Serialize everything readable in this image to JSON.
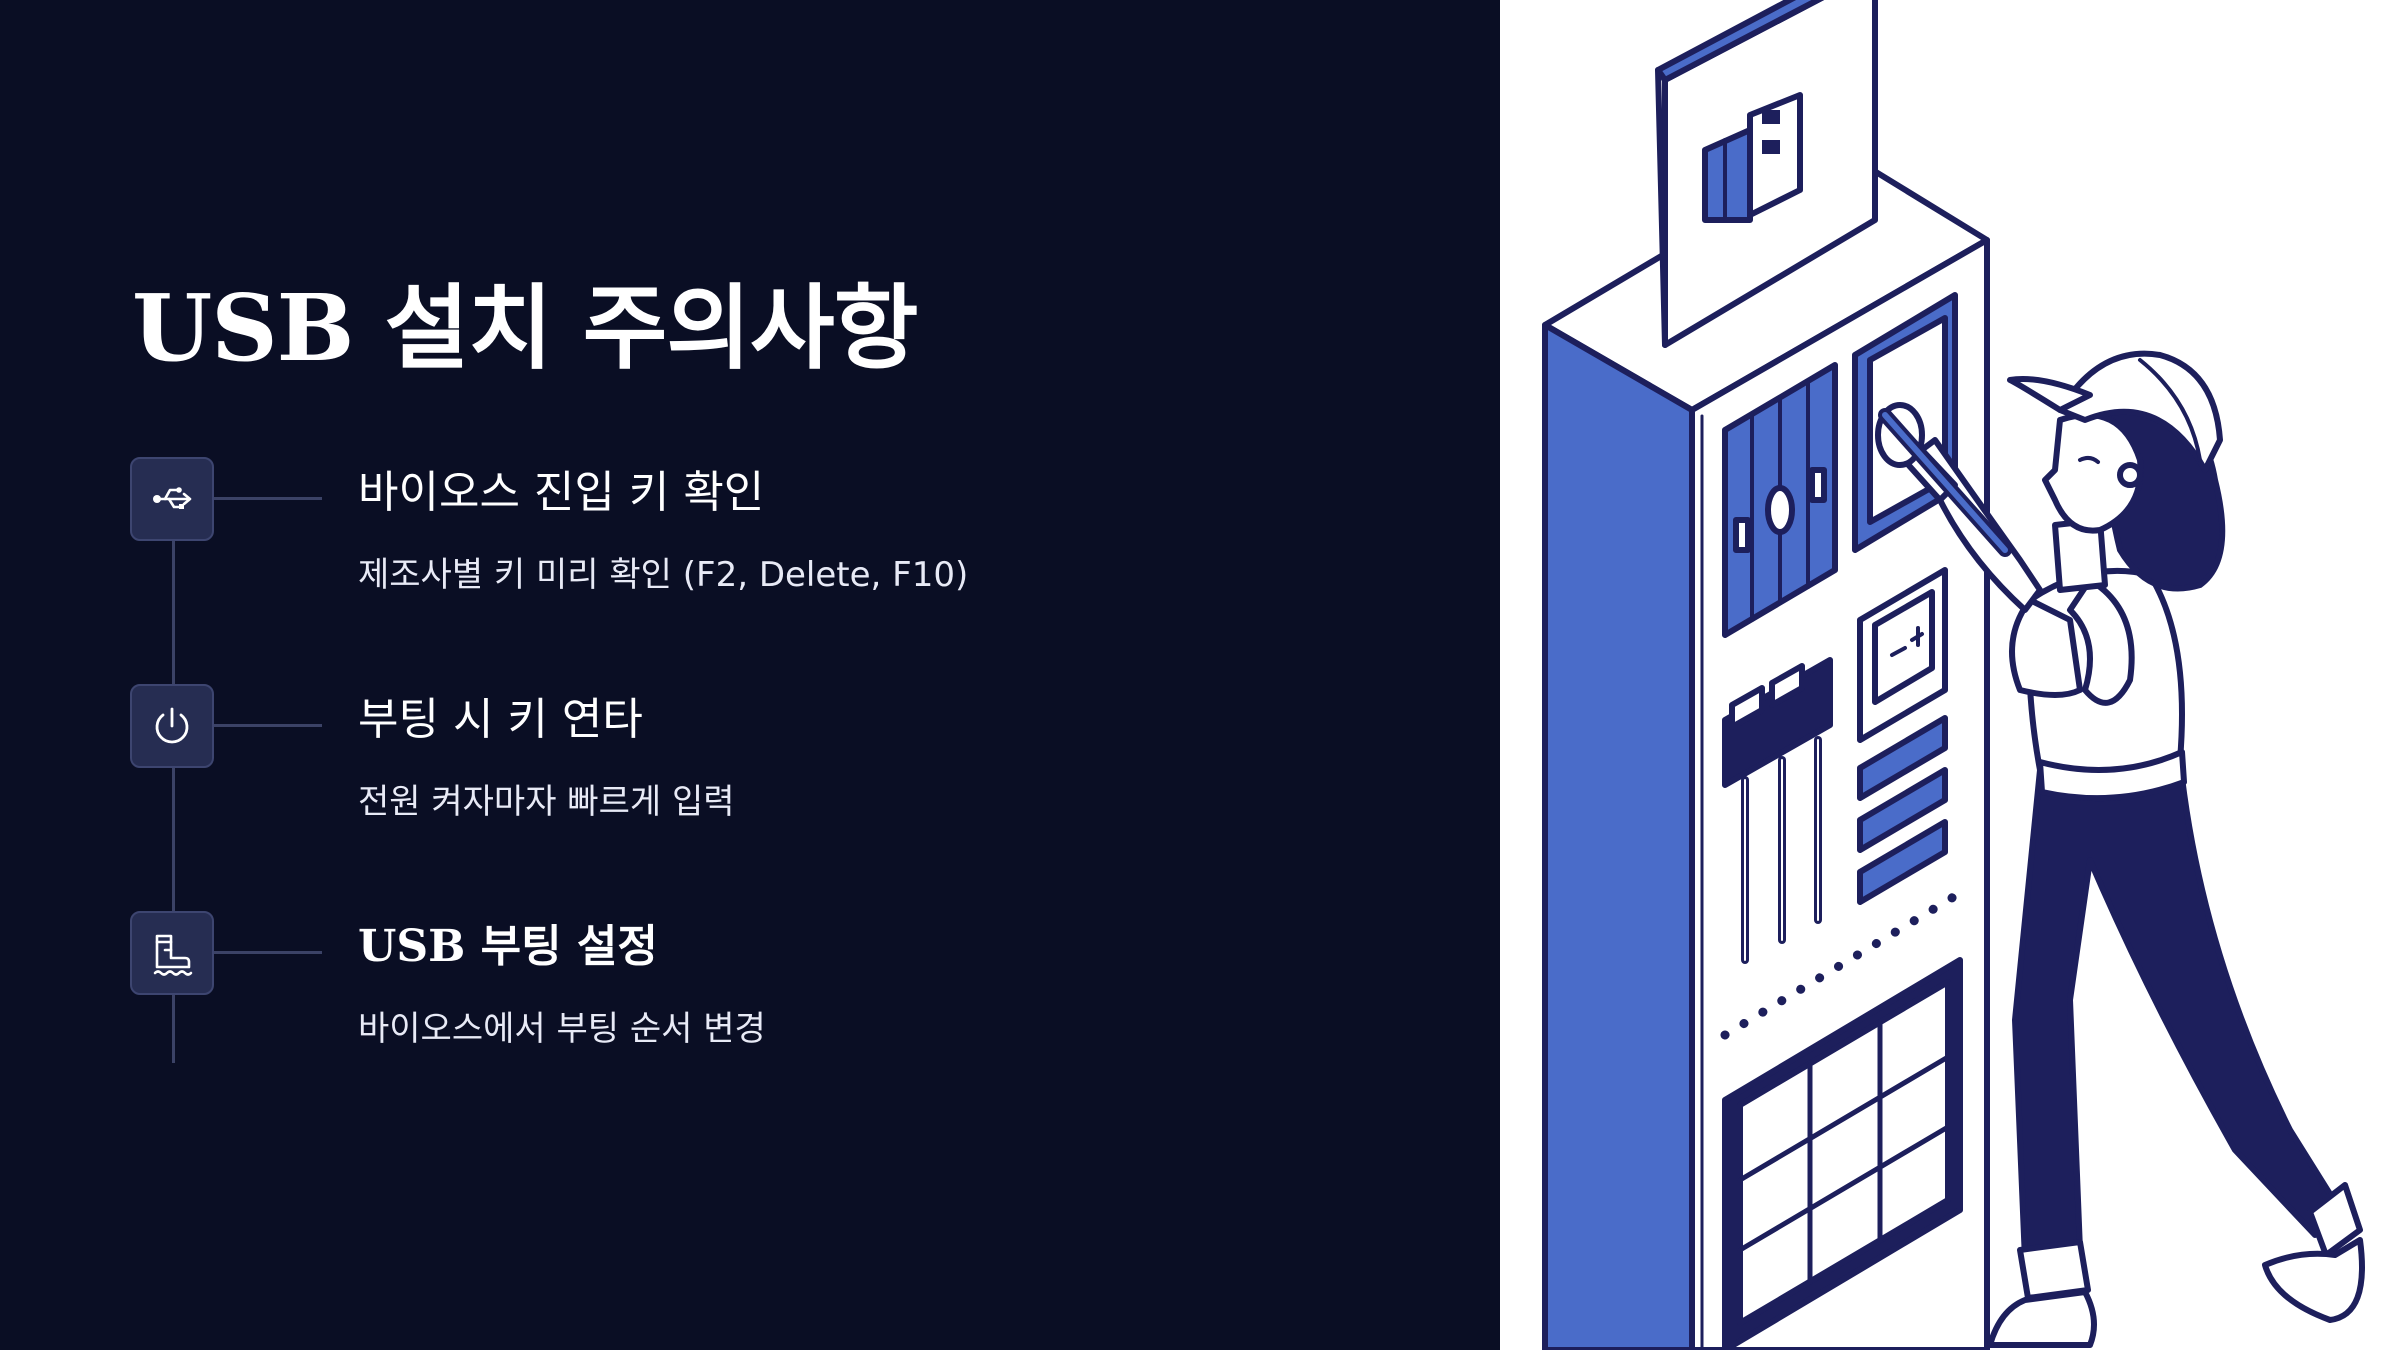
{
  "slide": {
    "title": "USB 설치 주의사항"
  },
  "steps": [
    {
      "icon": "usb-icon",
      "title": "바이오스 진입 키 확인",
      "description": "제조사별 키 미리 확인 (F2, Delete, F10)"
    },
    {
      "icon": "power-icon",
      "title": "부팅 시 키 연타",
      "description": "전원 켜자마자 빠르게 입력"
    },
    {
      "icon": "boot-icon",
      "title": "USB 부팅 설정",
      "description": "바이오스에서 부팅 순서 변경"
    }
  ],
  "colors": {
    "background": "#0a0e24",
    "icon_box": "#262d52",
    "icon_border": "#3d4570",
    "timeline": "#3b4266",
    "illustration_navy": "#1d1f5c",
    "illustration_blue": "#4a6cc9",
    "illustration_background": "#ffffff"
  },
  "illustration": {
    "subject": "person-at-usb-machine-illustration"
  }
}
